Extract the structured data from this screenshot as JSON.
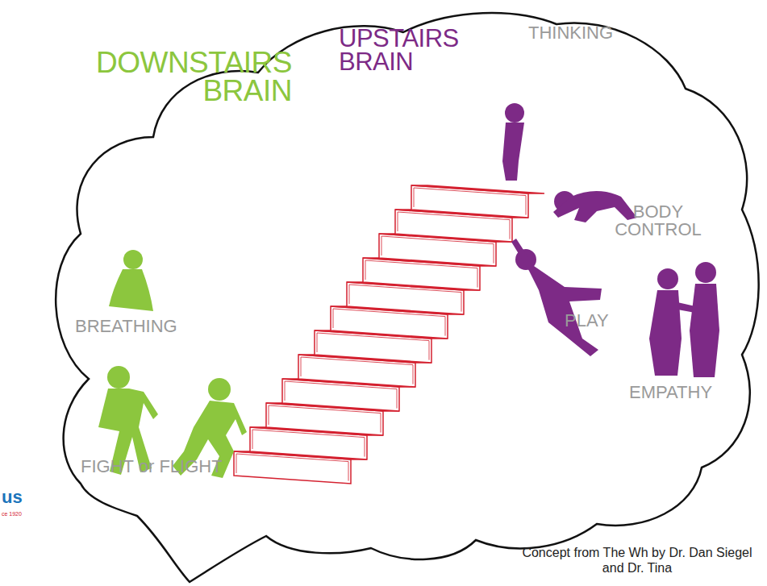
{
  "diagram": {
    "caption": "Concept from The Wh by Dr. Dan Siegel and Dr. Tina",
    "labels": [
      "UPSTAIRS BRAIN",
      "THINKING",
      "DOWNSTAIRS BRAIN",
      "BODY CONTROL",
      "BREATHING",
      "PLAY",
      "EMPATHY",
      "FIGHT or FLIGHT",
      "us",
      "ce 1920"
    ]
  }
}
